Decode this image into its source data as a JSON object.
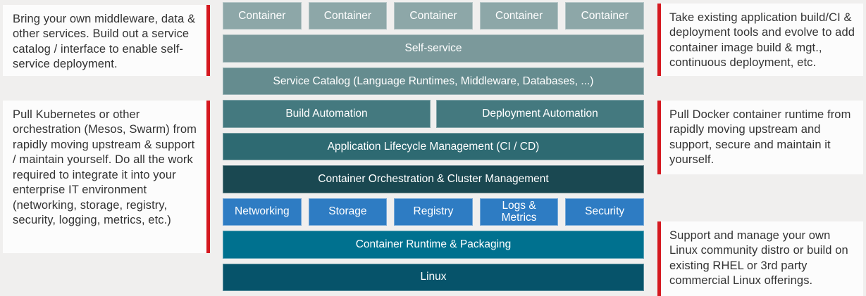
{
  "colors": {
    "page_background": "#f0efee",
    "note_panel_background": "#fcfcfc",
    "accent_red": "#d51920",
    "note_text": "#333333",
    "box_text": "#ffffff",
    "container_box": "#8da7a8",
    "self_service_box": "#7b999b",
    "service_catalog_box": "#658c8f",
    "automation_boxes": "#44797f",
    "alm_box": "#2e6a72",
    "orchestration_box": "#1a4851",
    "infrastructure_boxes": "#2e7cc3",
    "runtime_box": "#00718f",
    "linux_box": "#06536a"
  },
  "left_notes": [
    {
      "text": "Bring your own middleware, data & other services. Build out a service catalog / interface to enable self-service deployment."
    },
    {
      "text": "Pull Kubernetes or other orchestration (Mesos, Swarm) from rapidly moving upstream & support / maintain yourself. Do all the work required to integrate it into your enterprise IT environment (networking, storage, registry, security, logging, metrics, etc.)"
    }
  ],
  "right_notes": [
    {
      "text": "Take existing application build/CI & deployment tools and evolve to add container image build & mgt., continuous deployment, etc."
    },
    {
      "text": "Pull Docker container runtime from rapidly moving upstream and support, secure and maintain it yourself."
    },
    {
      "text": "Support and manage your own Linux community distro or build on existing RHEL or 3rd party commercial Linux offerings."
    }
  ],
  "stack": {
    "containers": [
      "Container",
      "Container",
      "Container",
      "Container",
      "Container"
    ],
    "self_service": "Self-service",
    "service_catalog": "Service Catalog (Language Runtimes, Middleware, Databases, ...)",
    "build_automation": "Build Automation",
    "deployment_automation": "Deployment Automation",
    "alm": "Application Lifecycle Management (CI / CD)",
    "orchestration": "Container Orchestration & Cluster Management",
    "infrastructure": [
      "Networking",
      "Storage",
      "Registry",
      "Logs &\nMetrics",
      "Security"
    ],
    "runtime": "Container Runtime & Packaging",
    "linux": "Linux"
  }
}
